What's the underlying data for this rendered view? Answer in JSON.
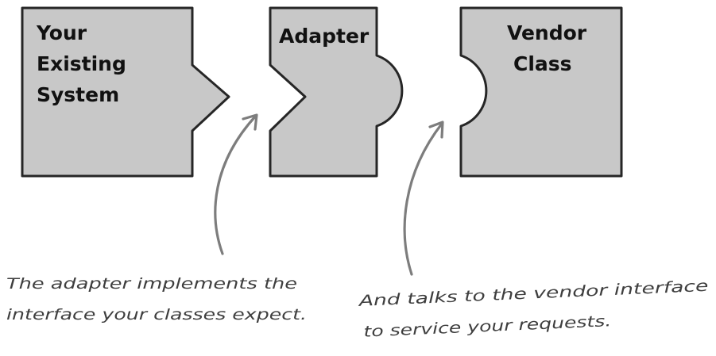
{
  "blocks": {
    "existing": {
      "lines": [
        "Your",
        "Existing",
        "System"
      ]
    },
    "adapter": {
      "lines": [
        "Adapter"
      ]
    },
    "vendor": {
      "lines": [
        "Vendor",
        "Class"
      ]
    }
  },
  "annotations": {
    "adapter_note": [
      "The adapter implements the",
      "interface your classes expect."
    ],
    "vendor_note": [
      "And talks to the vendor interface",
      "to service your requests."
    ]
  },
  "colors": {
    "block_fill": "#c8c8c8",
    "outline": "#262626",
    "arrow": "#7d7d7d",
    "note_text": "#3e3e3e"
  }
}
